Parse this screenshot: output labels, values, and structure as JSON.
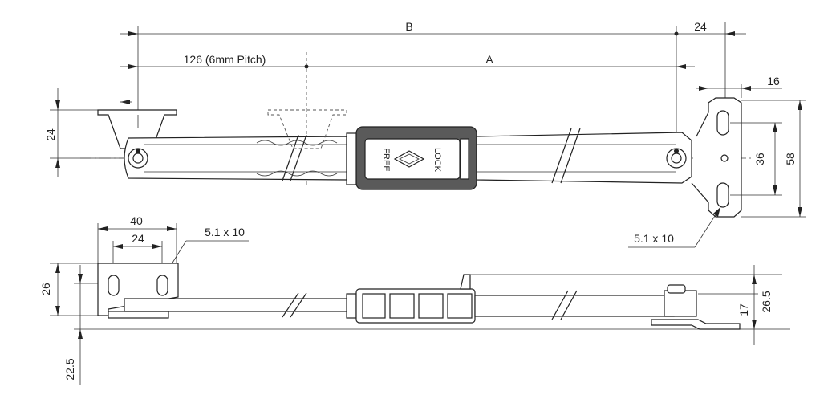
{
  "dimensions": {
    "B": "B",
    "A": "A",
    "pitch": "126 (6mm Pitch)",
    "top_right_24": "24",
    "bracket_16": "16",
    "bracket_36": "36",
    "bracket_58": "58",
    "left_24": "24",
    "slot_right": "5.1 x 10",
    "side_40": "40",
    "side_24": "24",
    "slot_left": "5.1 x 10",
    "side_26": "26",
    "side_22_5": "22.5",
    "side_26_5": "26.5",
    "side_17": "17"
  },
  "labels": {
    "free": "FREE",
    "lock": "LOCK"
  }
}
